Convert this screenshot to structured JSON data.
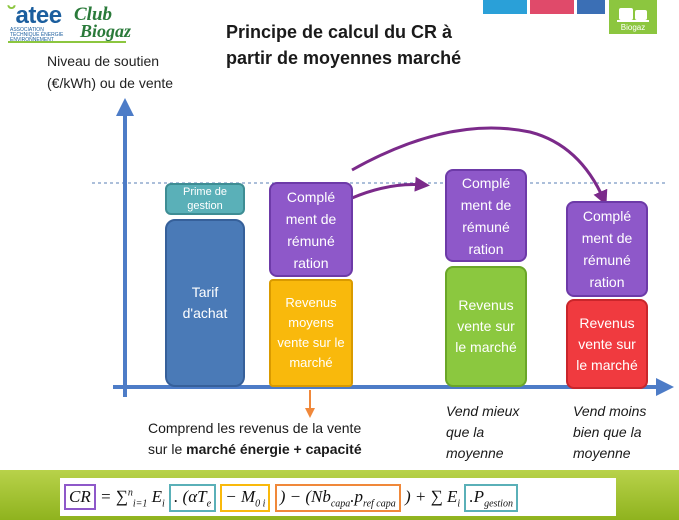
{
  "header": {
    "logo": {
      "atee": "atee",
      "club": "Club",
      "biogaz": "Biogaz",
      "subtitle": "ASSOCIATION TECHNIQUE ÉNERGIE ENVIRONNEMENT",
      "badge": "Biogaz"
    },
    "title_line1": "Principe de calcul du CR à",
    "title_line2": "partir de moyennes marché",
    "colors": [
      "#2aa0d8",
      "#e04a6a",
      "#3b6fb5",
      "#8cc63f"
    ]
  },
  "axis": {
    "ylabel_line1": "Niveau de soutien",
    "ylabel_line2": "(€/kWh) ou de vente"
  },
  "bars": {
    "b1": {
      "prime": "Prime de gestion",
      "tarif": "Tarif d'achat"
    },
    "b2": {
      "complement": "Complé ment de rémuné ration",
      "revenus": "Revenus moyens vente sur le marché"
    },
    "b3": {
      "complement": "Complé ment de rémuné ration",
      "revenus": "Revenus vente sur le marché"
    },
    "b4": {
      "complement": "Complé ment de rémuné ration",
      "revenus": "Revenus vente sur le marché"
    }
  },
  "notes": {
    "revenus_line1": "Comprend les revenus de la vente",
    "revenus_line2_prefix": "sur le ",
    "revenus_line2_bold": "marché énergie + capacité",
    "mieux_line1": "Vend mieux",
    "mieux_line2": "que la",
    "mieux_line3": "moyenne",
    "moins_line1": "Vend moins",
    "moins_line2": "bien que la",
    "moins_line3": "moyenne"
  },
  "formula": {
    "cr": "CR",
    "eq_sum": "= ∑",
    "sum_sub": "i=1",
    "sum_sup": "n",
    "ei": "E",
    "ei_sub": "i",
    "dot_open": ". (αT",
    "te_sub": "e",
    "minus_m": " − M",
    "m_sub": "0 i",
    "close_minus": ") − (Nb",
    "capa_sub": "capa",
    "dot_p": ".p",
    "pref_sub": "ref capa",
    "close_plus": ") + ∑",
    "ei2": "E",
    "ei2_sub": "i",
    "dot2": " .P",
    "gestion_sub": "gestion"
  }
}
